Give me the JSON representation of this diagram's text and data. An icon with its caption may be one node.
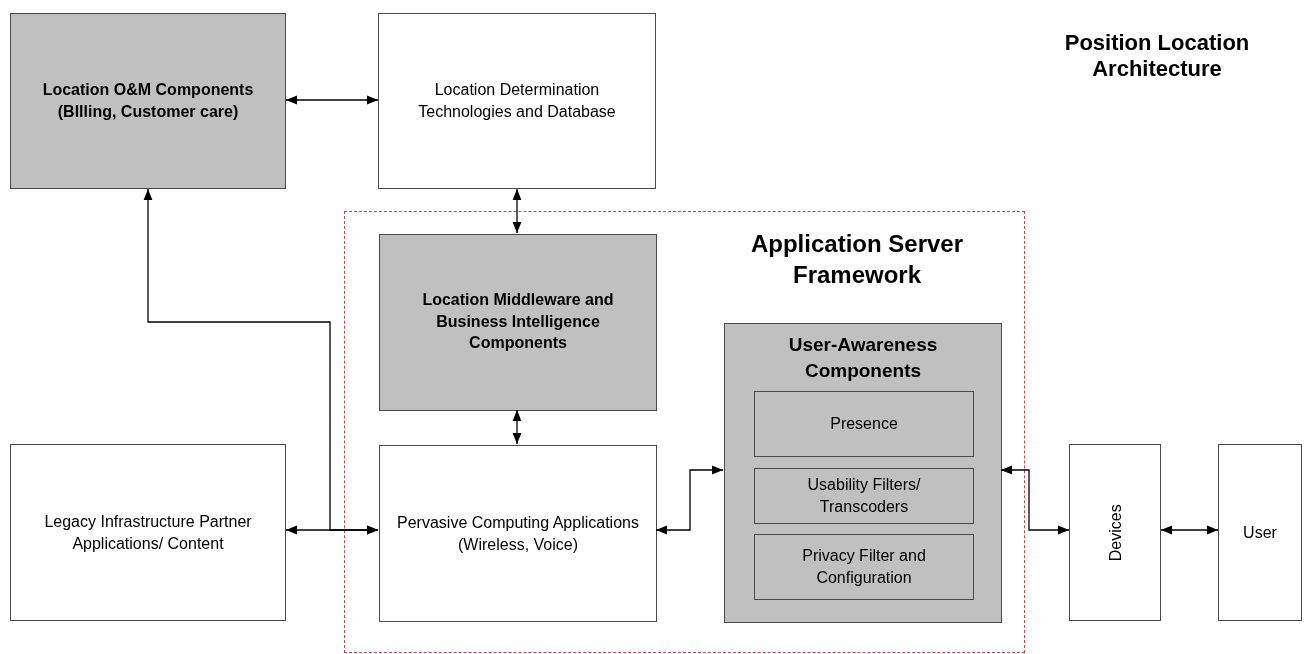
{
  "diagram": {
    "title": "Position Location Architecture",
    "nodes": [
      {
        "text": [
          "Location O&M Components (BIlling, Customer care)"
        ]
      },
      {
        "text": [
          "Location Determination Technologies and Database"
        ]
      },
      {
        "text": [
          "Application Server Framework"
        ]
      },
      {
        "text": [
          "Location Middleware and Business Intelligence Components"
        ],
        "in": 2
      },
      {
        "text": [
          "User-Awareness Components"
        ],
        "in": 2
      },
      {
        "text": [
          "Presence"
        ],
        "in": 4
      },
      {
        "text": [
          "Usability Filters/ Transcoders"
        ],
        "in": 4
      },
      {
        "text": [
          "Privacy Filter and Configuration"
        ],
        "in": 4
      },
      {
        "text": [
          "Legacy Infrastructure Partner Applications/ Content"
        ]
      },
      {
        "text": [
          "Pervasive Computing Applications (Wireless, Voice)"
        ],
        "in": 2
      },
      {
        "text": [
          "Devices"
        ]
      },
      {
        "text": [
          "User"
        ]
      }
    ],
    "edges": [
      {
        "from": 0,
        "to": 1,
        "arrow": "both"
      },
      {
        "from": 1,
        "to": 3,
        "arrow": "both"
      },
      {
        "from": 3,
        "to": 9,
        "arrow": "both"
      },
      {
        "from": 8,
        "to": 9,
        "arrow": "both"
      },
      {
        "from": 9,
        "to": 0,
        "arrow": "both"
      },
      {
        "from": 9,
        "to": 4,
        "arrow": "both"
      },
      {
        "from": 4,
        "to": 10,
        "arrow": "both"
      },
      {
        "from": 10,
        "to": 11,
        "arrow": "both"
      }
    ]
  }
}
